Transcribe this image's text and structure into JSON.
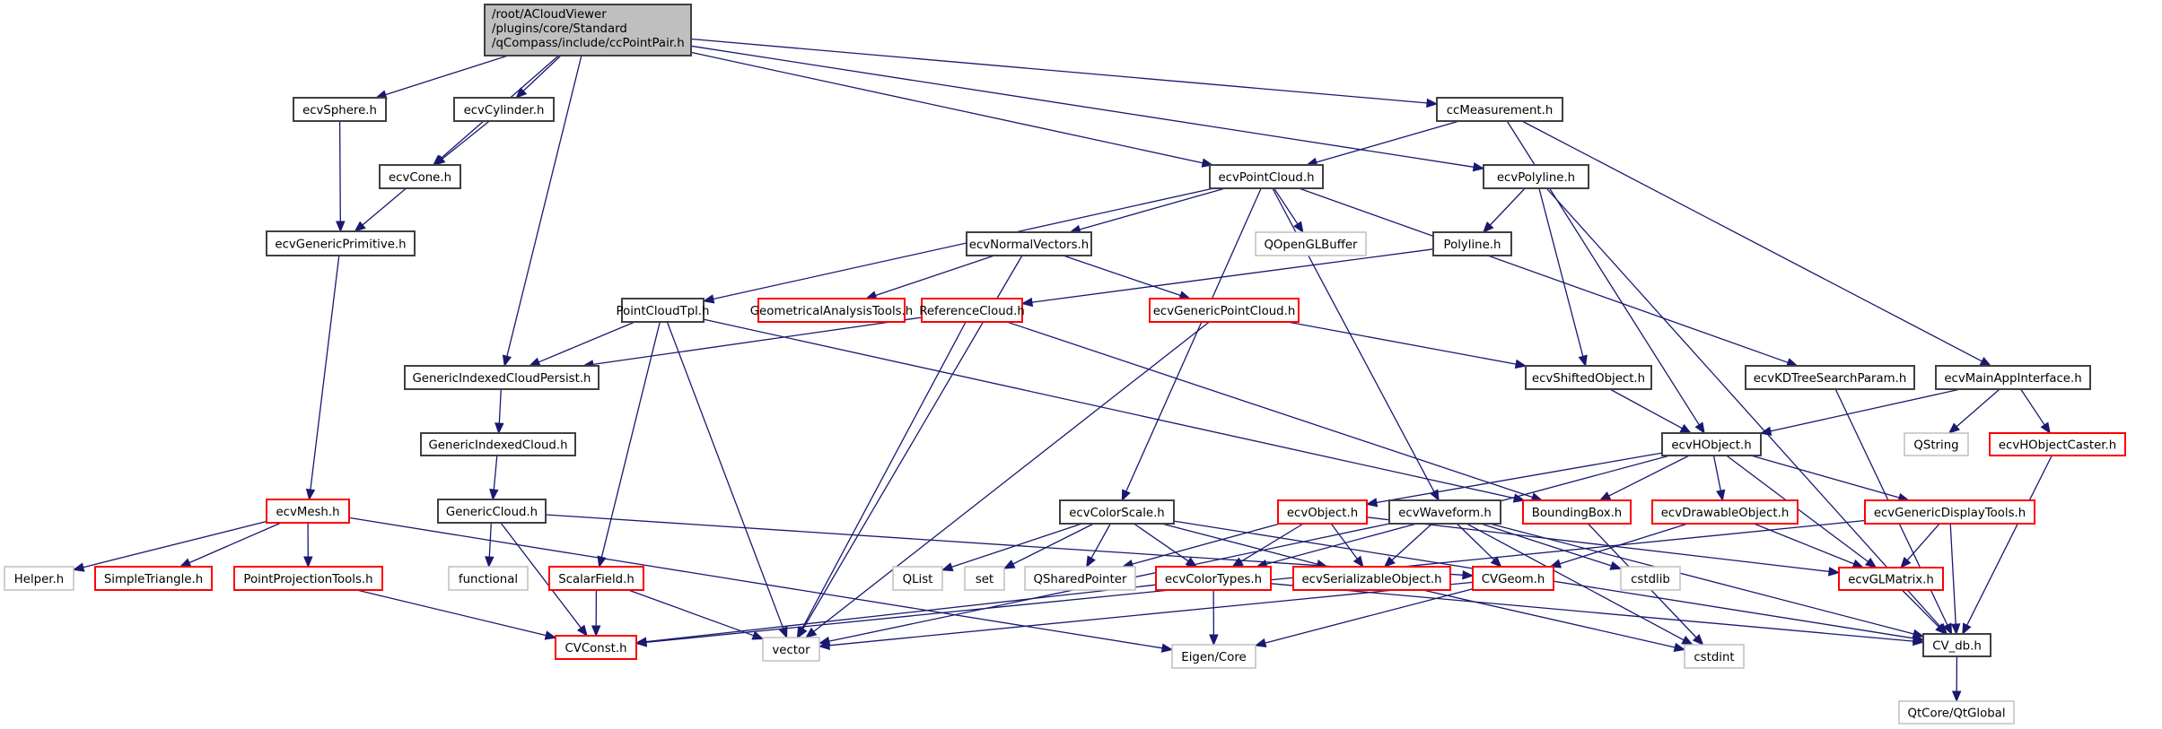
{
  "graph": {
    "title": "/root/ACloudViewer/plugins/core/Standard/qCompass/include/ccPointPair.h",
    "colors": {
      "root_fill": "#bfbfbf",
      "root_border": "#404040",
      "documented_border": "#404040",
      "partial_border": "#ff0000",
      "external_border": "#bfbfbf",
      "edge": "#191970"
    },
    "nodes": [
      {
        "id": "root",
        "kind": "root",
        "lines": [
          "/root/ACloudViewer",
          "/plugins/core/Standard",
          "/qCompass/include/ccPointPair.h"
        ]
      },
      {
        "id": "ecvSphere",
        "kind": "documented",
        "lines": [
          "ecvSphere.h"
        ]
      },
      {
        "id": "ecvCylinder",
        "kind": "documented",
        "lines": [
          "ecvCylinder.h"
        ]
      },
      {
        "id": "ecvCone",
        "kind": "documented",
        "lines": [
          "ecvCone.h"
        ]
      },
      {
        "id": "ecvGenericPrimitive",
        "kind": "documented",
        "lines": [
          "ecvGenericPrimitive.h"
        ]
      },
      {
        "id": "ccMeasurement",
        "kind": "documented",
        "lines": [
          "ccMeasurement.h"
        ]
      },
      {
        "id": "ecvPointCloud",
        "kind": "documented",
        "lines": [
          "ecvPointCloud.h"
        ]
      },
      {
        "id": "ecvPolyline",
        "kind": "documented",
        "lines": [
          "ecvPolyline.h"
        ]
      },
      {
        "id": "QOpenGLBuffer",
        "kind": "external",
        "lines": [
          "QOpenGLBuffer"
        ]
      },
      {
        "id": "Polyline",
        "kind": "documented",
        "lines": [
          "Polyline.h"
        ]
      },
      {
        "id": "ecvNormalVectors",
        "kind": "documented",
        "lines": [
          "ecvNormalVectors.h"
        ]
      },
      {
        "id": "PointCloudTpl",
        "kind": "documented",
        "lines": [
          "PointCloudTpl.h"
        ]
      },
      {
        "id": "GeometricalAnalysisTools",
        "kind": "partial",
        "lines": [
          "GeometricalAnalysisTools.h"
        ]
      },
      {
        "id": "ReferenceCloud",
        "kind": "partial",
        "lines": [
          "ReferenceCloud.h"
        ]
      },
      {
        "id": "ecvGenericPointCloud",
        "kind": "partial",
        "lines": [
          "ecvGenericPointCloud.h"
        ]
      },
      {
        "id": "GenericIndexedCloudPersist",
        "kind": "documented",
        "lines": [
          "GenericIndexedCloudPersist.h"
        ]
      },
      {
        "id": "ecvShiftedObject",
        "kind": "documented",
        "lines": [
          "ecvShiftedObject.h"
        ]
      },
      {
        "id": "ecvKDTreeSearchParam",
        "kind": "documented",
        "lines": [
          "ecvKDTreeSearchParam.h"
        ]
      },
      {
        "id": "ecvMainAppInterface",
        "kind": "documented",
        "lines": [
          "ecvMainAppInterface.h"
        ]
      },
      {
        "id": "GenericIndexedCloud",
        "kind": "documented",
        "lines": [
          "GenericIndexedCloud.h"
        ]
      },
      {
        "id": "ecvHObject",
        "kind": "documented",
        "lines": [
          "ecvHObject.h"
        ]
      },
      {
        "id": "QString",
        "kind": "external",
        "lines": [
          "QString"
        ]
      },
      {
        "id": "ecvHObjectCaster",
        "kind": "partial",
        "lines": [
          "ecvHObjectCaster.h"
        ]
      },
      {
        "id": "ecvMesh",
        "kind": "partial",
        "lines": [
          "ecvMesh.h"
        ]
      },
      {
        "id": "GenericCloud",
        "kind": "documented",
        "lines": [
          "GenericCloud.h"
        ]
      },
      {
        "id": "ecvColorScale",
        "kind": "documented",
        "lines": [
          "ecvColorScale.h"
        ]
      },
      {
        "id": "ecvObject",
        "kind": "partial",
        "lines": [
          "ecvObject.h"
        ]
      },
      {
        "id": "ecvWaveform",
        "kind": "documented",
        "lines": [
          "ecvWaveform.h"
        ]
      },
      {
        "id": "BoundingBox",
        "kind": "partial",
        "lines": [
          "BoundingBox.h"
        ]
      },
      {
        "id": "ecvDrawableObject",
        "kind": "partial",
        "lines": [
          "ecvDrawableObject.h"
        ]
      },
      {
        "id": "ecvGenericDisplayTools",
        "kind": "partial",
        "lines": [
          "ecvGenericDisplayTools.h"
        ]
      },
      {
        "id": "Helper",
        "kind": "external",
        "lines": [
          "Helper.h"
        ]
      },
      {
        "id": "SimpleTriangle",
        "kind": "partial",
        "lines": [
          "SimpleTriangle.h"
        ]
      },
      {
        "id": "PointProjectionTools",
        "kind": "partial",
        "lines": [
          "PointProjectionTools.h"
        ]
      },
      {
        "id": "functional",
        "kind": "external",
        "lines": [
          "functional"
        ]
      },
      {
        "id": "ScalarField",
        "kind": "partial",
        "lines": [
          "ScalarField.h"
        ]
      },
      {
        "id": "QList",
        "kind": "external",
        "lines": [
          "QList"
        ]
      },
      {
        "id": "set",
        "kind": "external",
        "lines": [
          "set"
        ]
      },
      {
        "id": "QSharedPointer",
        "kind": "external",
        "lines": [
          "QSharedPointer"
        ]
      },
      {
        "id": "ecvColorTypes",
        "kind": "partial",
        "lines": [
          "ecvColorTypes.h"
        ]
      },
      {
        "id": "ecvSerializableObject",
        "kind": "partial",
        "lines": [
          "ecvSerializableObject.h"
        ]
      },
      {
        "id": "CVGeom",
        "kind": "partial",
        "lines": [
          "CVGeom.h"
        ]
      },
      {
        "id": "cstdlib",
        "kind": "external",
        "lines": [
          "cstdlib"
        ]
      },
      {
        "id": "ecvGLMatrix",
        "kind": "partial",
        "lines": [
          "ecvGLMatrix.h"
        ]
      },
      {
        "id": "CVConst",
        "kind": "partial",
        "lines": [
          "CVConst.h"
        ]
      },
      {
        "id": "vector",
        "kind": "external",
        "lines": [
          "vector"
        ]
      },
      {
        "id": "EigenCore",
        "kind": "external",
        "lines": [
          "Eigen/Core"
        ]
      },
      {
        "id": "cstdint",
        "kind": "external",
        "lines": [
          "cstdint"
        ]
      },
      {
        "id": "CV_db",
        "kind": "documented",
        "lines": [
          "CV_db.h"
        ]
      },
      {
        "id": "QtGlobal",
        "kind": "external",
        "lines": [
          "QtCore/QtGlobal"
        ]
      }
    ],
    "edges": [
      [
        "root",
        "ecvSphere"
      ],
      [
        "root",
        "ecvCylinder"
      ],
      [
        "root",
        "ecvCone"
      ],
      [
        "root",
        "GenericIndexedCloudPersist"
      ],
      [
        "root",
        "ecvPointCloud"
      ],
      [
        "root",
        "ccMeasurement"
      ],
      [
        "root",
        "ecvPolyline"
      ],
      [
        "ecvSphere",
        "ecvGenericPrimitive"
      ],
      [
        "ecvCylinder",
        "ecvCone"
      ],
      [
        "ecvCone",
        "ecvGenericPrimitive"
      ],
      [
        "ecvGenericPrimitive",
        "ecvMesh"
      ],
      [
        "ccMeasurement",
        "ecvPointCloud"
      ],
      [
        "ccMeasurement",
        "ecvHObject"
      ],
      [
        "ccMeasurement",
        "ecvMainAppInterface"
      ],
      [
        "ecvPointCloud",
        "PointCloudTpl"
      ],
      [
        "ecvPointCloud",
        "ecvNormalVectors"
      ],
      [
        "ecvPointCloud",
        "QOpenGLBuffer"
      ],
      [
        "ecvPointCloud",
        "ecvColorScale"
      ],
      [
        "ecvPointCloud",
        "ecvWaveform"
      ],
      [
        "ecvPointCloud",
        "ecvKDTreeSearchParam"
      ],
      [
        "ecvPolyline",
        "Polyline"
      ],
      [
        "ecvPolyline",
        "ecvShiftedObject"
      ],
      [
        "ecvPolyline",
        "CV_db"
      ],
      [
        "Polyline",
        "ReferenceCloud"
      ],
      [
        "ecvNormalVectors",
        "GeometricalAnalysisTools"
      ],
      [
        "ecvNormalVectors",
        "ecvGenericPointCloud"
      ],
      [
        "ecvNormalVectors",
        "vector"
      ],
      [
        "PointCloudTpl",
        "GenericIndexedCloudPersist"
      ],
      [
        "PointCloudTpl",
        "ScalarField"
      ],
      [
        "PointCloudTpl",
        "vector"
      ],
      [
        "PointCloudTpl",
        "BoundingBox"
      ],
      [
        "ReferenceCloud",
        "GenericIndexedCloudPersist"
      ],
      [
        "ReferenceCloud",
        "vector"
      ],
      [
        "ReferenceCloud",
        "BoundingBox"
      ],
      [
        "ecvGenericPointCloud",
        "ecvShiftedObject"
      ],
      [
        "ecvGenericPointCloud",
        "vector"
      ],
      [
        "GenericIndexedCloudPersist",
        "GenericIndexedCloud"
      ],
      [
        "GenericIndexedCloud",
        "GenericCloud"
      ],
      [
        "ecvShiftedObject",
        "ecvHObject"
      ],
      [
        "ecvKDTreeSearchParam",
        "CV_db"
      ],
      [
        "ecvMainAppInterface",
        "ecvHObject"
      ],
      [
        "ecvMainAppInterface",
        "QString"
      ],
      [
        "ecvMainAppInterface",
        "ecvHObjectCaster"
      ],
      [
        "ecvHObjectCaster",
        "CV_db"
      ],
      [
        "ecvHObject",
        "ecvObject"
      ],
      [
        "ecvHObject",
        "BoundingBox"
      ],
      [
        "ecvHObject",
        "ecvDrawableObject"
      ],
      [
        "ecvHObject",
        "ecvGenericDisplayTools"
      ],
      [
        "ecvHObject",
        "ecvGLMatrix"
      ],
      [
        "ecvHObject",
        "ecvColorTypes"
      ],
      [
        "ecvMesh",
        "Helper"
      ],
      [
        "ecvMesh",
        "SimpleTriangle"
      ],
      [
        "ecvMesh",
        "PointProjectionTools"
      ],
      [
        "ecvMesh",
        "EigenCore"
      ],
      [
        "PointProjectionTools",
        "CVConst"
      ],
      [
        "GenericCloud",
        "functional"
      ],
      [
        "GenericCloud",
        "CVConst"
      ],
      [
        "GenericCloud",
        "CVGeom"
      ],
      [
        "ScalarField",
        "CVConst"
      ],
      [
        "ScalarField",
        "vector"
      ],
      [
        "ecvColorScale",
        "QList"
      ],
      [
        "ecvColorScale",
        "set"
      ],
      [
        "ecvColorScale",
        "QSharedPointer"
      ],
      [
        "ecvColorScale",
        "ecvColorTypes"
      ],
      [
        "ecvColorScale",
        "ecvSerializableObject"
      ],
      [
        "ecvColorScale",
        "CV_db"
      ],
      [
        "ecvObject",
        "QSharedPointer"
      ],
      [
        "ecvObject",
        "ecvColorTypes"
      ],
      [
        "ecvObject",
        "ecvSerializableObject"
      ],
      [
        "ecvObject",
        "ecvGLMatrix"
      ],
      [
        "ecvWaveform",
        "ecvSerializableObject"
      ],
      [
        "ecvWaveform",
        "CVGeom"
      ],
      [
        "ecvWaveform",
        "cstdlib"
      ],
      [
        "ecvWaveform",
        "cstdint"
      ],
      [
        "ecvWaveform",
        "CV_db"
      ],
      [
        "ecvWaveform",
        "vector"
      ],
      [
        "BoundingBox",
        "cstdint"
      ],
      [
        "ecvDrawableObject",
        "CVGeom"
      ],
      [
        "ecvDrawableObject",
        "ecvGLMatrix"
      ],
      [
        "ecvGenericDisplayTools",
        "ecvGLMatrix"
      ],
      [
        "ecvGenericDisplayTools",
        "CV_db"
      ],
      [
        "ecvGenericDisplayTools",
        "CVConst"
      ],
      [
        "ecvColorTypes",
        "CVConst"
      ],
      [
        "ecvColorTypes",
        "EigenCore"
      ],
      [
        "ecvColorTypes",
        "CV_db"
      ],
      [
        "ecvSerializableObject",
        "cstdint"
      ],
      [
        "CVGeom",
        "EigenCore"
      ],
      [
        "CVGeom",
        "vector"
      ],
      [
        "ecvGLMatrix",
        "CV_db"
      ],
      [
        "CV_db",
        "QtGlobal"
      ]
    ]
  }
}
